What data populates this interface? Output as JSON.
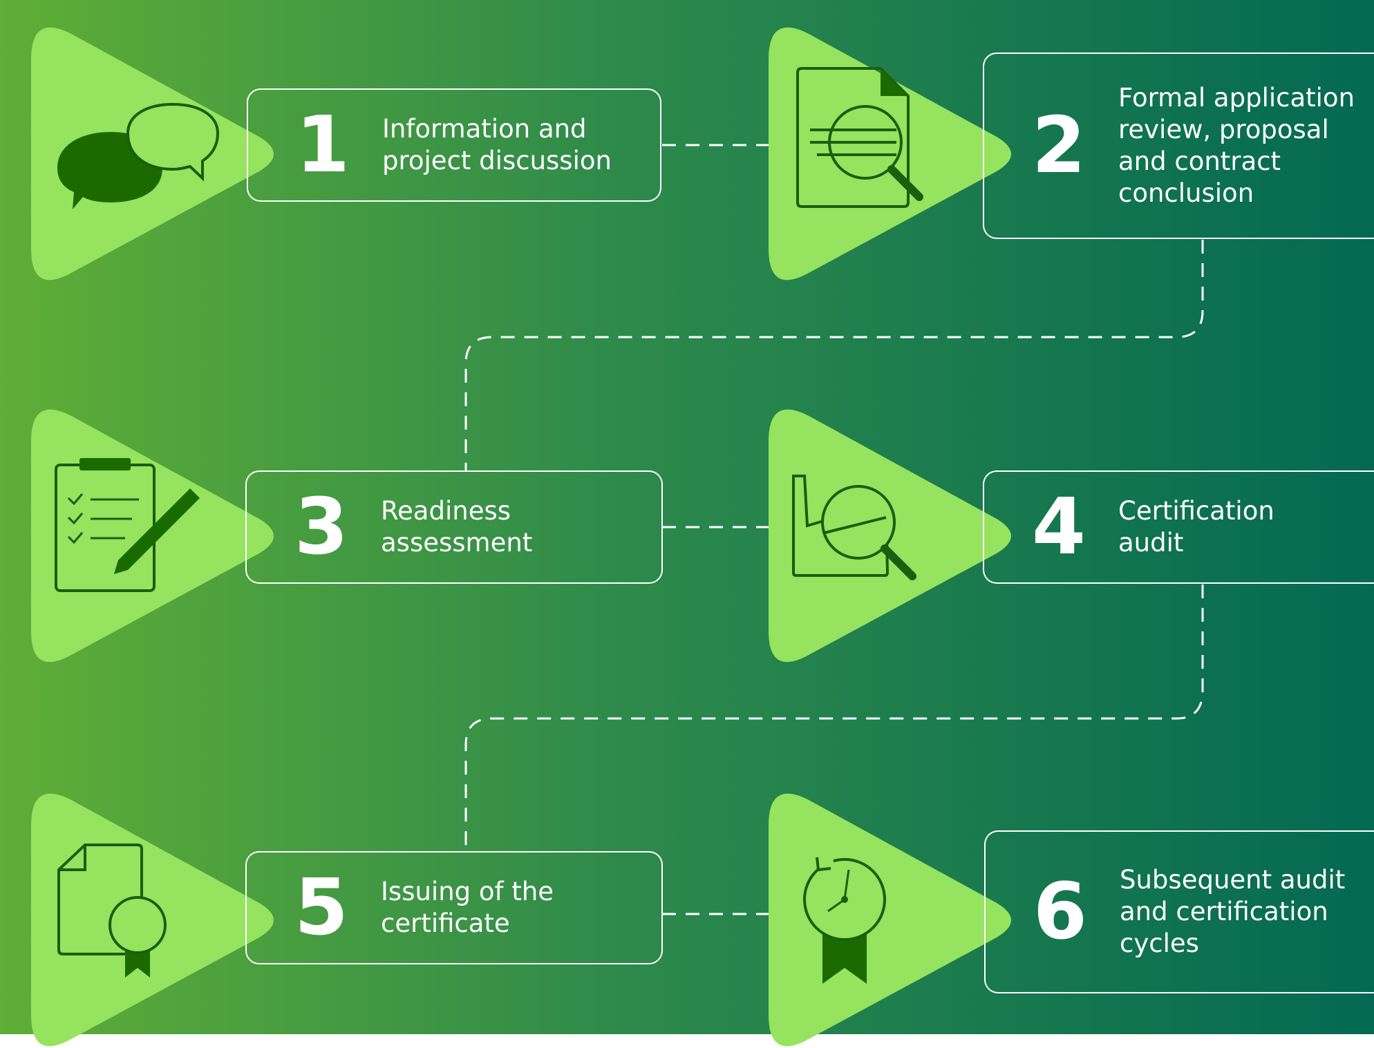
{
  "colors": {
    "gradient_start": "#5fae36",
    "gradient_mid": "#2e8a4b",
    "gradient_end": "#036952",
    "triangle": "#95e35e",
    "icon_dark": "#1b6a00",
    "icon_line": "#1a5e10",
    "line": "#ffffff"
  },
  "steps": [
    {
      "number": "1",
      "label": "Information and\nproject discussion",
      "icon": "speech-bubbles-icon"
    },
    {
      "number": "2",
      "label": "Formal application\nreview, proposal\nand contract\nconclusion",
      "icon": "document-search-icon"
    },
    {
      "number": "3",
      "label": "Readiness\nassessment",
      "icon": "clipboard-checklist-icon"
    },
    {
      "number": "4",
      "label": "Certification\naudit",
      "icon": "factory-search-icon"
    },
    {
      "number": "5",
      "label": "Issuing of the\ncertificate",
      "icon": "certificate-icon"
    },
    {
      "number": "6",
      "label": "Subsequent audit\nand certification\ncycles",
      "icon": "clock-medal-icon"
    }
  ]
}
